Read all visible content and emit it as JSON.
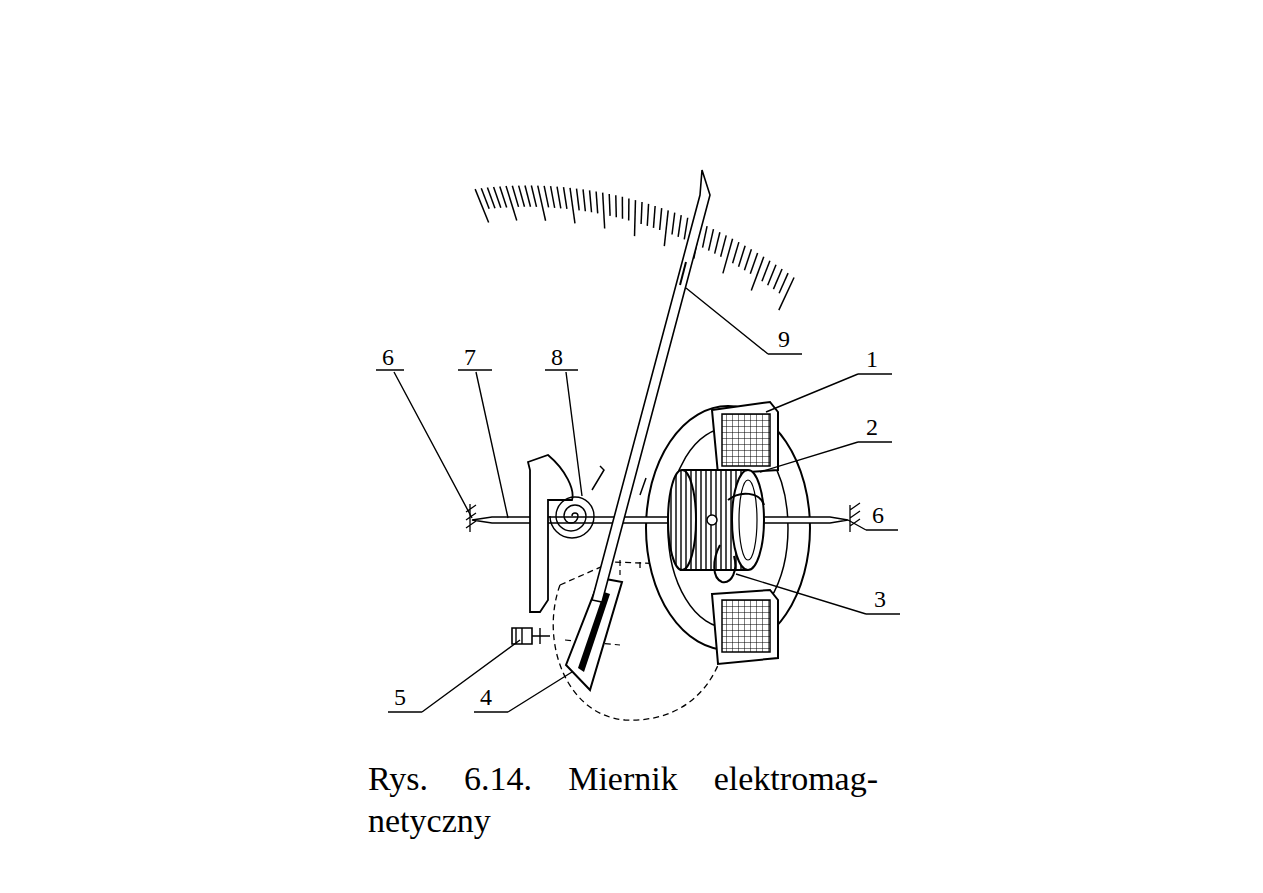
{
  "diagram": {
    "caption": "Rys. 6.14. Miernik elektromag- netyczny",
    "labels": [
      "9",
      "6",
      "7",
      "8",
      "1",
      "2",
      "6",
      "3",
      "5",
      "4"
    ]
  }
}
